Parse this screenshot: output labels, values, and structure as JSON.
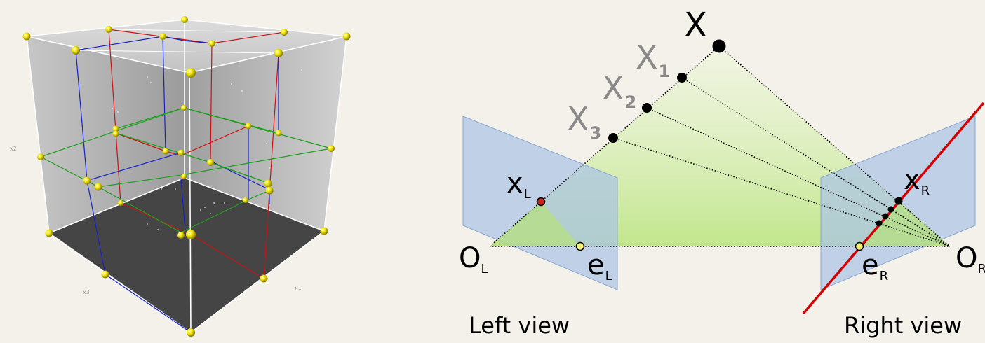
{
  "left_panel": {
    "axis_labels": {
      "x1": "x1",
      "x2": "x2",
      "x3": "x3"
    }
  },
  "right_panel": {
    "points": {
      "X": "X",
      "X1": {
        "base": "X",
        "sub": "1"
      },
      "X2": {
        "base": "X",
        "sub": "2"
      },
      "X3": {
        "base": "X",
        "sub": "3"
      },
      "xL": {
        "base": "x",
        "sub": "L"
      },
      "xR": {
        "base": "x",
        "sub": "R"
      },
      "OL": {
        "base": "O",
        "sub": "L"
      },
      "OR": {
        "base": "O",
        "sub": "R"
      },
      "eL": {
        "base": "e",
        "sub": "L"
      },
      "eR": {
        "base": "e",
        "sub": "R"
      }
    },
    "captions": {
      "left_view": "Left view",
      "right_view": "Right view"
    },
    "colors": {
      "image_plane": "#aac4e6",
      "epipolar_plane": "#c5e88a",
      "epipolar_line": "#d40000",
      "point": "#000000",
      "epipole": "#f3ef7a",
      "projection_left": "#c8261e",
      "label_gray": "#8a8a8a"
    }
  }
}
